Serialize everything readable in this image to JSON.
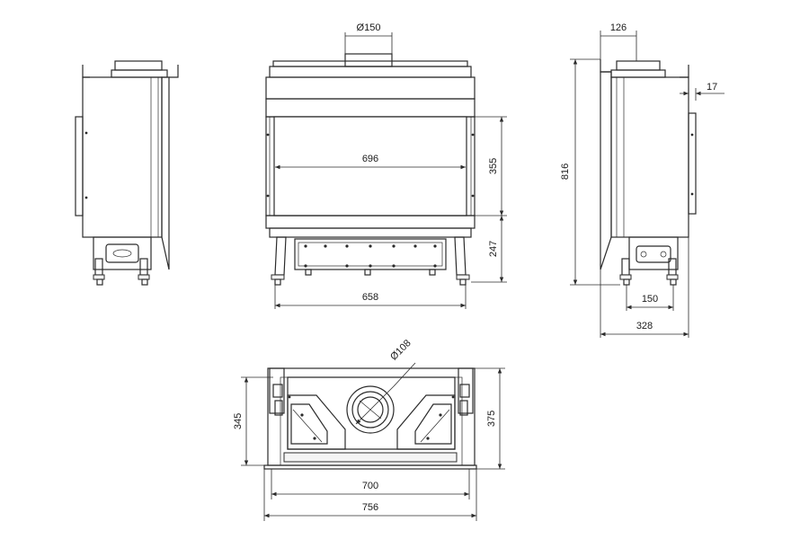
{
  "dimensions": {
    "flue_diameter_front": "Ø150",
    "glass_width": "696",
    "glass_height": "355",
    "base_height": "247",
    "frame_width": "658",
    "side_top_width": "126",
    "side_offset": "17",
    "total_height": "816",
    "side_leg_spacing": "150",
    "side_depth": "328",
    "flue_diameter_top": "Ø108",
    "top_depth_inner": "345",
    "top_depth_outer": "375",
    "top_width_inner": "700",
    "top_width_outer": "756"
  },
  "colors": {
    "line": "#2b2b2b",
    "background": "#ffffff",
    "shade": "#8a8a8a"
  }
}
